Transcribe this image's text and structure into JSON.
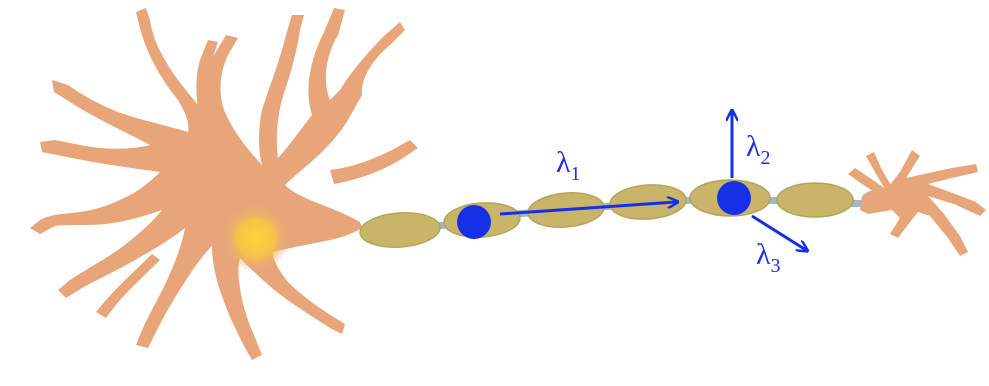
{
  "colors": {
    "neuron_body": "#e9a57a",
    "nucleus": "#f7c936",
    "myelin": "#c9b56a",
    "myelin_edge": "#b8a25a",
    "node": "#9fb7c9",
    "particle": "#1530e6",
    "arrow": "#1530e6",
    "label": "#1f2ee0"
  },
  "labels": {
    "lambda1": {
      "main": "λ",
      "sub": "1"
    },
    "lambda2": {
      "main": "λ",
      "sub": "2"
    },
    "lambda3": {
      "main": "λ",
      "sub": "3"
    }
  }
}
